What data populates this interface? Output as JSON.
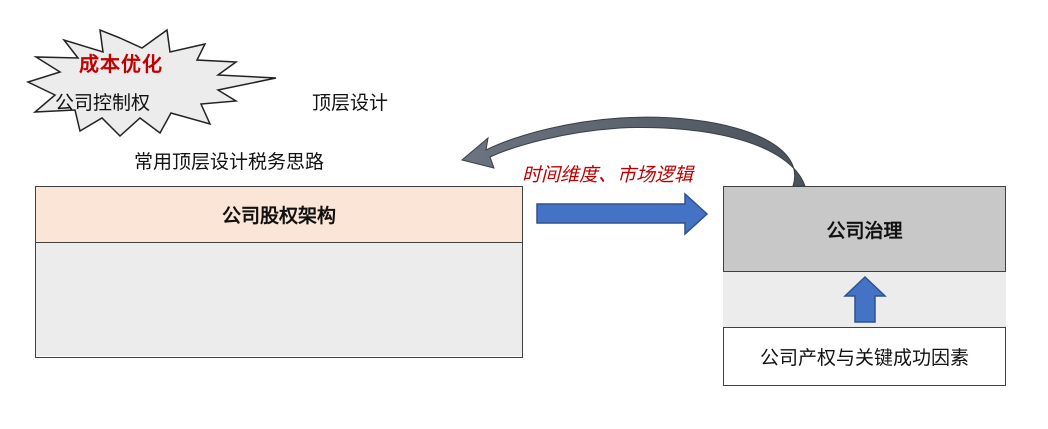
{
  "badge": {
    "label": "成本优化"
  },
  "left_panel": {
    "title": "公司股权架构",
    "items": [
      "公司控制权",
      "顶层设计",
      "常用顶层设计税务思路"
    ]
  },
  "connector": {
    "label": "时间维度、市场逻辑"
  },
  "right_panel": {
    "title": "公司治理",
    "factor": "公司产权与关键成功因素"
  },
  "colors": {
    "badge_text": "#c00000",
    "header_fill": "#fbe5d6",
    "body_fill": "#ececec",
    "governance_fill": "#c8c8c8",
    "arrow_blue": "#4472c4",
    "curve_arrow": "#5a6470"
  }
}
